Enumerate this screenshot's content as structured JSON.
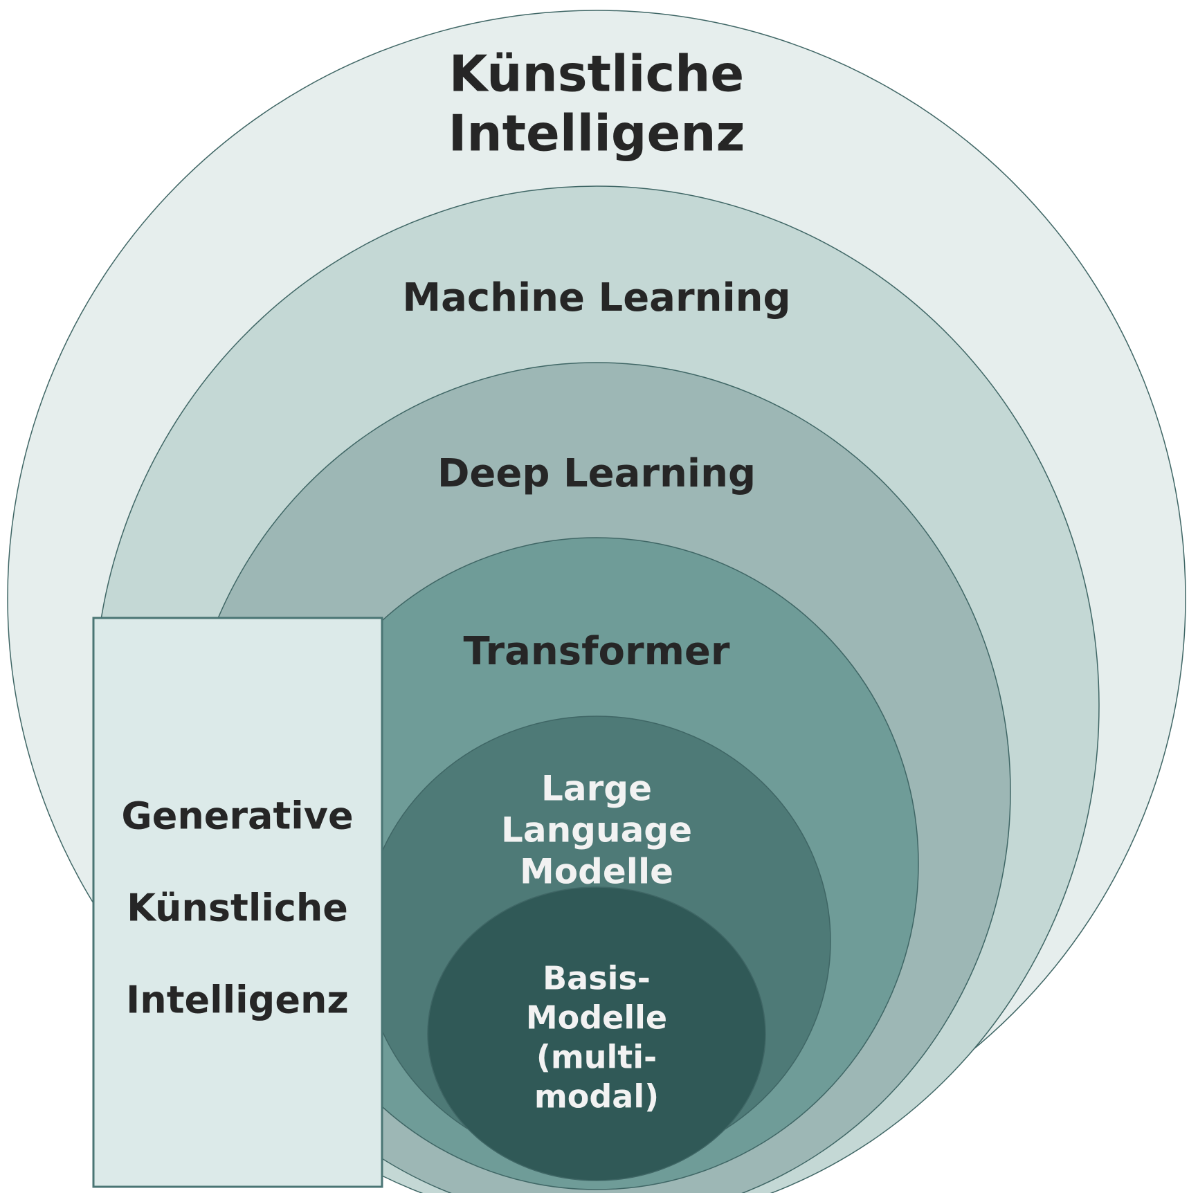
{
  "colors": {
    "outline": "#3f6665",
    "dark_text": "#262626",
    "light_text": "#f2f2f2",
    "box_fill": "#dceae9",
    "box_border": "#4a7574"
  },
  "layers": [
    {
      "name": "kuenstliche-intelligenz",
      "fill": "#e6eeed",
      "text_color": "#262626",
      "lines": [
        "Künstliche",
        "Intelligenz"
      ]
    },
    {
      "name": "machine-learning",
      "fill": "#c4d8d5",
      "text_color": "#262626",
      "lines": [
        "Machine Learning"
      ]
    },
    {
      "name": "deep-learning",
      "fill": "#9db7b5",
      "text_color": "#262626",
      "lines": [
        "Deep Learning"
      ]
    },
    {
      "name": "transformer",
      "fill": "#6f9c98",
      "text_color": "#262626",
      "lines": [
        "Transformer"
      ]
    },
    {
      "name": "large-language-modelle",
      "fill": "#4e7a77",
      "text_color": "#f2f2f2",
      "lines": [
        "Large",
        "Language",
        "Modelle"
      ]
    },
    {
      "name": "basis-modelle",
      "fill": "#305957",
      "text_color": "#f2f2f2",
      "lines": [
        "Basis-",
        "Modelle",
        "(multi-",
        "modal)"
      ]
    }
  ],
  "generative_box": {
    "lines": [
      "Generative",
      "Künstliche",
      "Intelligenz"
    ]
  }
}
